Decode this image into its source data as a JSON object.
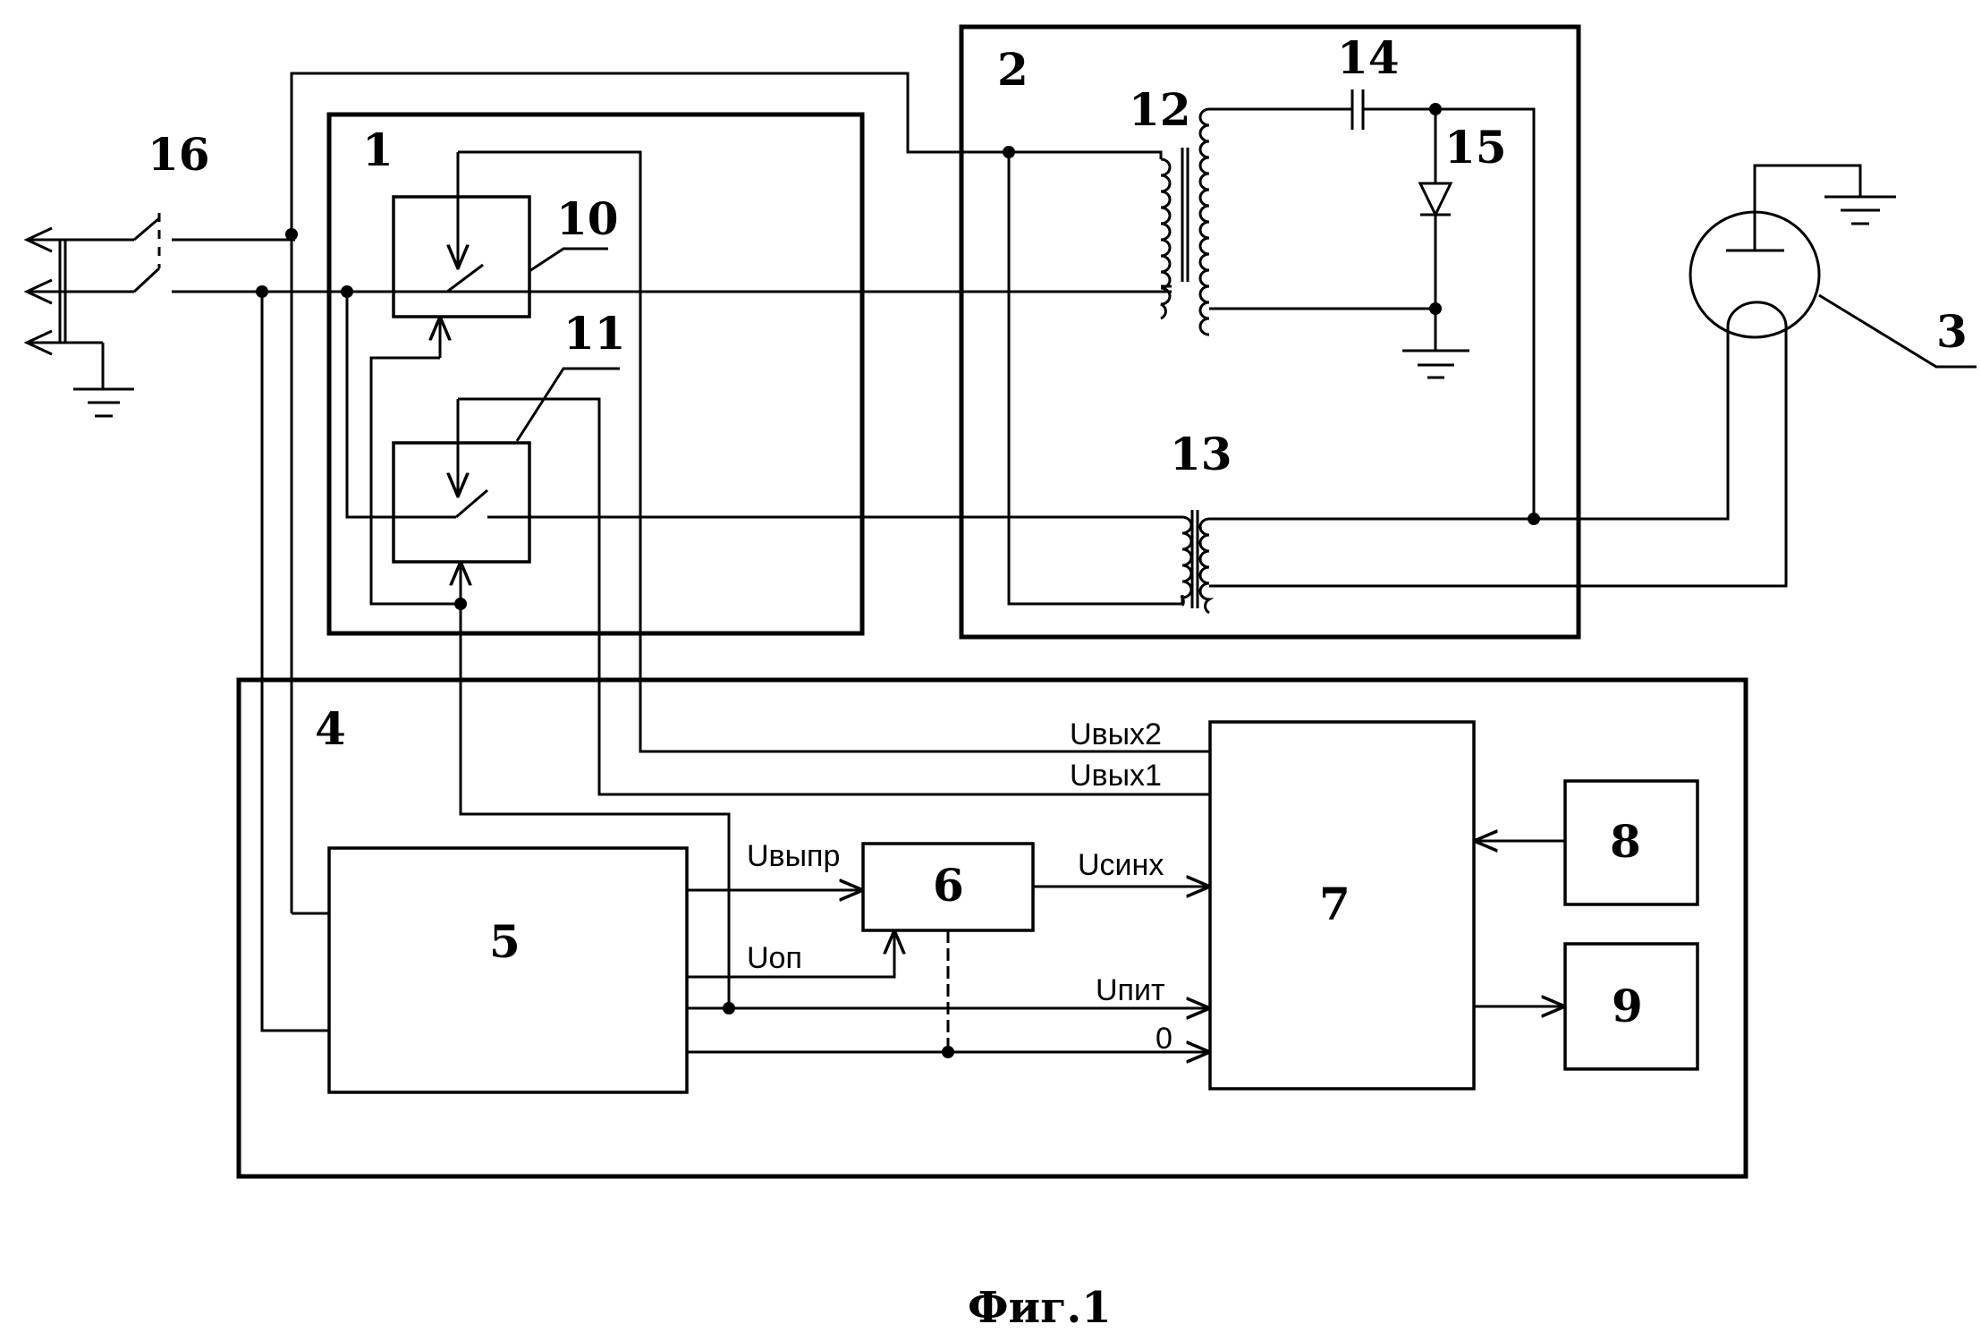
{
  "labels": {
    "block1": "1",
    "block2": "2",
    "tube": "3",
    "block4": "4",
    "block5": "5",
    "block6": "6",
    "block7": "7",
    "block8": "8",
    "block9": "9",
    "switch10": "10",
    "switch11": "11",
    "transformer12": "12",
    "transformer13": "13",
    "capacitor14": "14",
    "diode15": "15",
    "connector16": "16"
  },
  "signals": {
    "uvyh2": "Uвых2",
    "uvyh1": "Uвых1",
    "uvypr": "Uвыпр",
    "uop": "Uоп",
    "usinh": "Uсинх",
    "upit": "Uпит",
    "zero": "0"
  },
  "caption": "Фиг.1"
}
